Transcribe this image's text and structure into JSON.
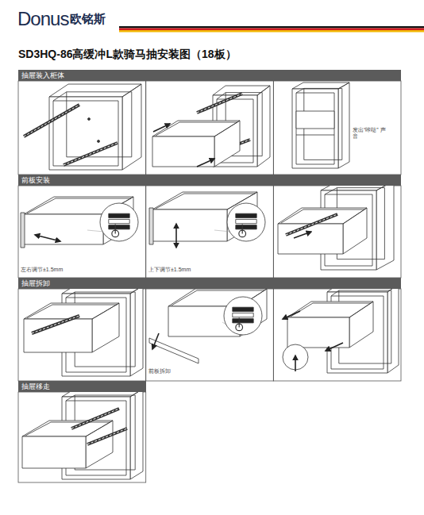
{
  "diagram": {
    "title": "SD3HQ-86高缓冲L款骑马抽安装图（18板）",
    "nodes": [
      {
        "text": [
          "抽屉装入柜体"
        ]
      },
      {
        "text": [
          "前板安装"
        ]
      },
      {
        "text": [
          "抽屉拆卸"
        ]
      },
      {
        "text": [
          "抽屉移走"
        ]
      }
    ],
    "labels": [
      "Donus",
      "欧铭斯",
      "发出“咔哒” 声音",
      "左右调节±1.5mm",
      "上下调节±1.5mm",
      "前板拆卸"
    ]
  }
}
